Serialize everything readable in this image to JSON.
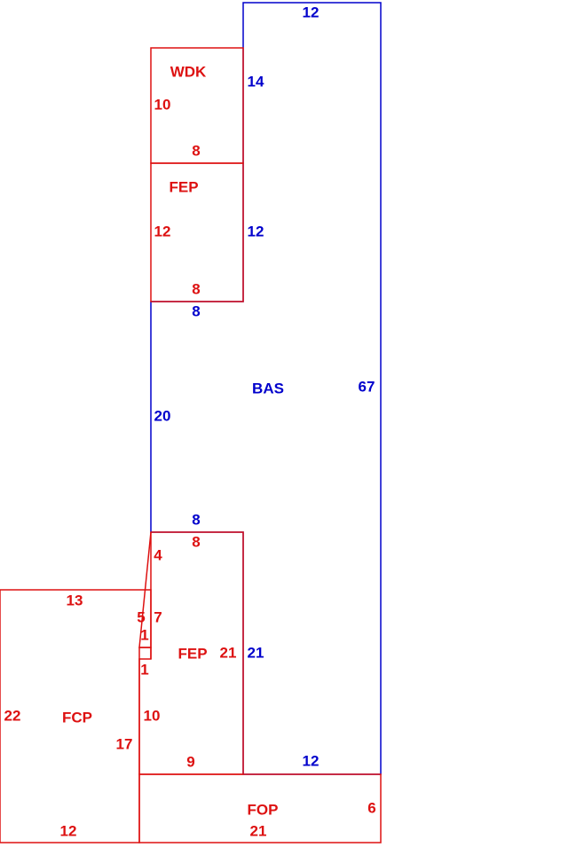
{
  "colors": {
    "base": "#0000cc",
    "addition": "#dd1111",
    "background": "#ffffff"
  },
  "areas": {
    "bas": {
      "name": "BAS",
      "dims": {
        "top": "12",
        "right": "67",
        "left_upper_1": "14",
        "left_upper_2": "12",
        "notch_top": "8",
        "left_mid": "20",
        "notch_bottom": "8",
        "left_lower": "21",
        "bottom": "12"
      }
    },
    "wdk": {
      "name": "WDK",
      "dims": {
        "left": "10",
        "bottom": "8"
      }
    },
    "fep_upper": {
      "name": "FEP",
      "dims": {
        "left": "12",
        "bottom": "8"
      }
    },
    "fep_lower": {
      "name": "FEP",
      "dims": {
        "top": "8",
        "left_top": "4",
        "left_a": "7",
        "right": "21",
        "jog_top": "1",
        "jog_bottom": "1",
        "left_lower": "10",
        "bottom": "9"
      }
    },
    "fcp": {
      "name": "FCP",
      "dims": {
        "top": "13",
        "right_top": "5",
        "left": "22",
        "right": "17",
        "bottom": "12"
      }
    },
    "fop": {
      "name": "FOP",
      "dims": {
        "right": "6",
        "bottom": "21"
      }
    }
  }
}
